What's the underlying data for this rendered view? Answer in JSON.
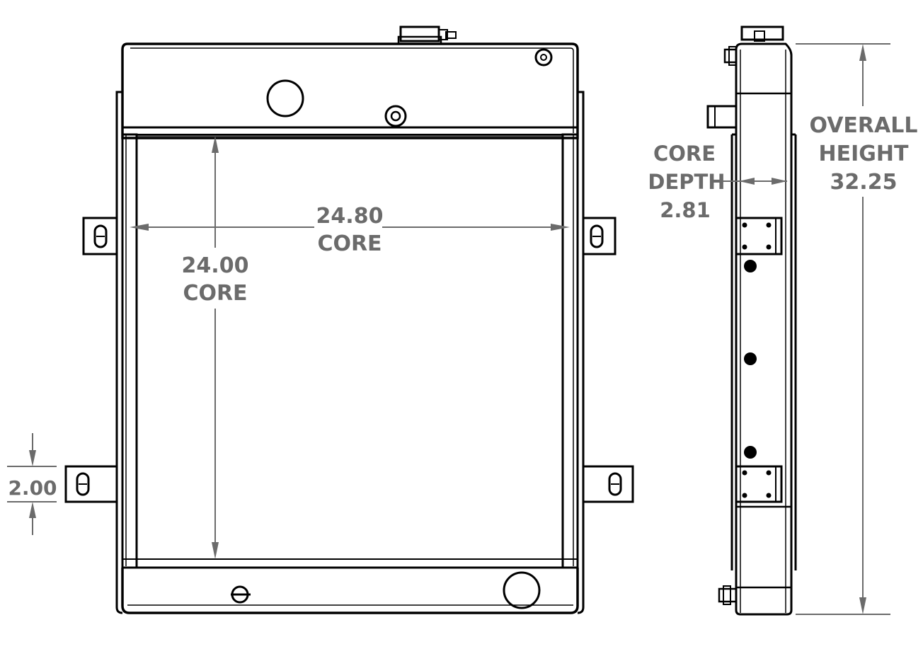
{
  "dimensions": {
    "core_width": {
      "value": "24.80",
      "label": "CORE"
    },
    "core_height": {
      "value": "24.00",
      "label": "CORE"
    },
    "bracket_spacing": {
      "value": "2.00"
    },
    "core_depth": {
      "line1": "CORE",
      "line2": "DEPTH",
      "value": "2.81"
    },
    "overall_height": {
      "line1": "OVERALL",
      "line2": "HEIGHT",
      "value": "32.25"
    }
  },
  "colors": {
    "line": "#000000",
    "dimension": "#6b6b6b",
    "background": "#ffffff"
  }
}
